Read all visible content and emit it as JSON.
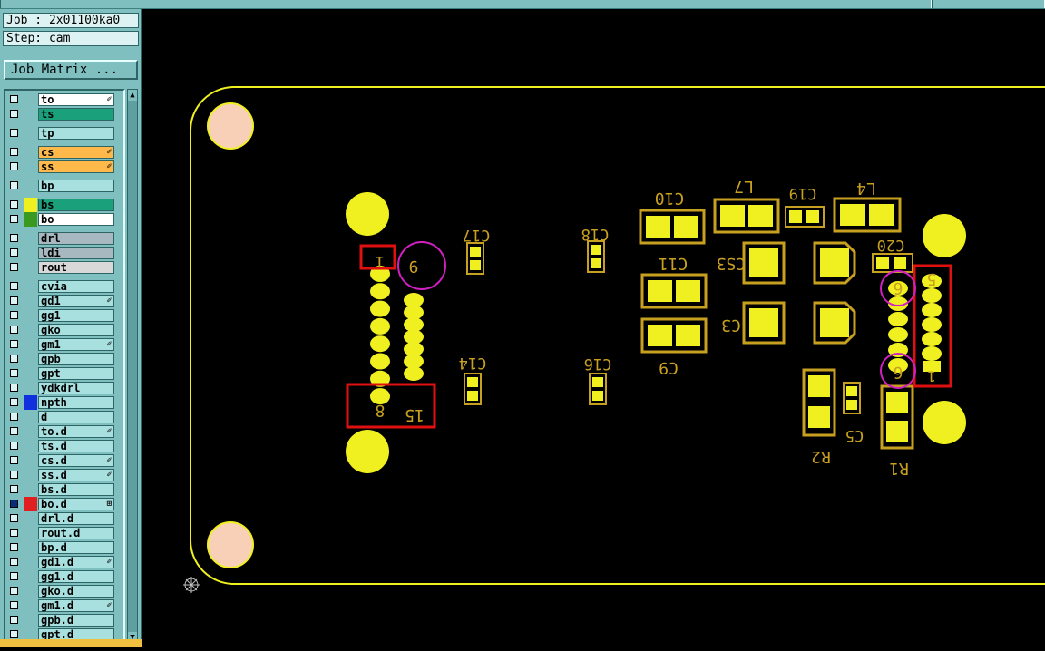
{
  "job_line": "Job : 2x01100ka0",
  "step_line": "Step: cam",
  "job_matrix_button": "Job Matrix ...",
  "layers": [
    {
      "name": "to",
      "bg": "#ffffff",
      "mark": "✐",
      "swatch": "",
      "check": "light"
    },
    {
      "name": "ts",
      "bg": "#1aa07a",
      "mark": "",
      "swatch": "",
      "check": "light"
    },
    {
      "gap": true
    },
    {
      "name": "tp",
      "bg": "#a8e0e0",
      "mark": "",
      "swatch": "",
      "check": "light"
    },
    {
      "gap": true
    },
    {
      "name": "cs",
      "bg": "#ffb84a",
      "mark": "✐",
      "swatch": "",
      "check": "light"
    },
    {
      "name": "ss",
      "bg": "#ffb84a",
      "mark": "✐",
      "swatch": "",
      "check": "light"
    },
    {
      "gap": true
    },
    {
      "name": "bp",
      "bg": "#a8e0e0",
      "mark": "",
      "swatch": "",
      "check": "light"
    },
    {
      "gap": true
    },
    {
      "name": "bs",
      "bg": "#1aa07a",
      "mark": "",
      "swatch": "#f0f020",
      "check": "light"
    },
    {
      "name": "bo",
      "bg": "#ffffff",
      "mark": "",
      "swatch": "#3a9a20",
      "check": "light"
    },
    {
      "gap": true
    },
    {
      "name": "drl",
      "bg": "#a8b8c0",
      "mark": "",
      "swatch": "",
      "check": "light"
    },
    {
      "name": "ldi",
      "bg": "#a8b8c0",
      "mark": "",
      "swatch": "",
      "check": "light"
    },
    {
      "name": "rout",
      "bg": "#d8d8d8",
      "mark": "",
      "swatch": "",
      "check": "light"
    },
    {
      "gap": true
    },
    {
      "name": "cvia",
      "bg": "#a8e0e0",
      "mark": "",
      "swatch": "",
      "check": "light"
    },
    {
      "name": "gd1",
      "bg": "#a8e0e0",
      "mark": "✐",
      "swatch": "",
      "check": "light"
    },
    {
      "name": "gg1",
      "bg": "#a8e0e0",
      "mark": "",
      "swatch": "",
      "check": "light"
    },
    {
      "name": "gko",
      "bg": "#a8e0e0",
      "mark": "",
      "swatch": "",
      "check": "light"
    },
    {
      "name": "gm1",
      "bg": "#a8e0e0",
      "mark": "✐",
      "swatch": "",
      "check": "light"
    },
    {
      "name": "gpb",
      "bg": "#a8e0e0",
      "mark": "",
      "swatch": "",
      "check": "light"
    },
    {
      "name": "gpt",
      "bg": "#a8e0e0",
      "mark": "",
      "swatch": "",
      "check": "light"
    },
    {
      "name": "ydkdrl",
      "bg": "#a8e0e0",
      "mark": "",
      "swatch": "",
      "check": "light"
    },
    {
      "name": "npth",
      "bg": "#a8e0e0",
      "mark": "",
      "swatch": "#1030e0",
      "check": "light"
    },
    {
      "name": "d",
      "bg": "#a8e0e0",
      "mark": "",
      "swatch": "",
      "check": "light"
    },
    {
      "name": "to.d",
      "bg": "#a8e0e0",
      "mark": "✐",
      "swatch": "",
      "check": "light"
    },
    {
      "name": "ts.d",
      "bg": "#a8e0e0",
      "mark": "",
      "swatch": "",
      "check": "light"
    },
    {
      "name": "cs.d",
      "bg": "#a8e0e0",
      "mark": "✐",
      "swatch": "",
      "check": "light"
    },
    {
      "name": "ss.d",
      "bg": "#a8e0e0",
      "mark": "✐",
      "swatch": "",
      "check": "light"
    },
    {
      "name": "bs.d",
      "bg": "#a8e0e0",
      "mark": "",
      "swatch": "",
      "check": "light"
    },
    {
      "name": "bo.d",
      "bg": "#a8e0e0",
      "mark": "⊞",
      "swatch": "#e02020",
      "check": "dark"
    },
    {
      "name": "drl.d",
      "bg": "#a8e0e0",
      "mark": "",
      "swatch": "",
      "check": "light"
    },
    {
      "name": "rout.d",
      "bg": "#a8e0e0",
      "mark": "",
      "swatch": "",
      "check": "light"
    },
    {
      "name": "bp.d",
      "bg": "#a8e0e0",
      "mark": "",
      "swatch": "",
      "check": "light"
    },
    {
      "name": "gd1.d",
      "bg": "#a8e0e0",
      "mark": "✐",
      "swatch": "",
      "check": "light"
    },
    {
      "name": "gg1.d",
      "bg": "#a8e0e0",
      "mark": "",
      "swatch": "",
      "check": "light"
    },
    {
      "name": "gko.d",
      "bg": "#a8e0e0",
      "mark": "",
      "swatch": "",
      "check": "light"
    },
    {
      "name": "gm1.d",
      "bg": "#a8e0e0",
      "mark": "✐",
      "swatch": "",
      "check": "light"
    },
    {
      "name": "gpb.d",
      "bg": "#a8e0e0",
      "mark": "",
      "swatch": "",
      "check": "light"
    },
    {
      "name": "gpt.d",
      "bg": "#a8e0e0",
      "mark": "",
      "swatch": "",
      "check": "light"
    }
  ],
  "board": {
    "outline_color": "#f0f020",
    "pad_color": "#f0f020",
    "silk_color": "#c8a020",
    "fiducial_color": "#f8d0b8",
    "highlight_red": "#e01010",
    "highlight_magenta": "#d020c0",
    "labels": {
      "C17": "C17",
      "C18": "C18",
      "C14": "C14",
      "C16": "C16",
      "C10": "C10",
      "C11": "C11",
      "C9": "C9",
      "L7": "L7",
      "C19": "C19",
      "L4": "L4",
      "CS3": "CS3",
      "C3": "C3",
      "C20": "C20",
      "R2": "R2",
      "C5": "C5",
      "R1": "R1",
      "pin1": "1",
      "pin9": "9",
      "pin8": "8",
      "pin15": "15",
      "pinR5": "5",
      "pinR6a": "6",
      "pinR6b": "6",
      "pinR1": "1"
    }
  }
}
